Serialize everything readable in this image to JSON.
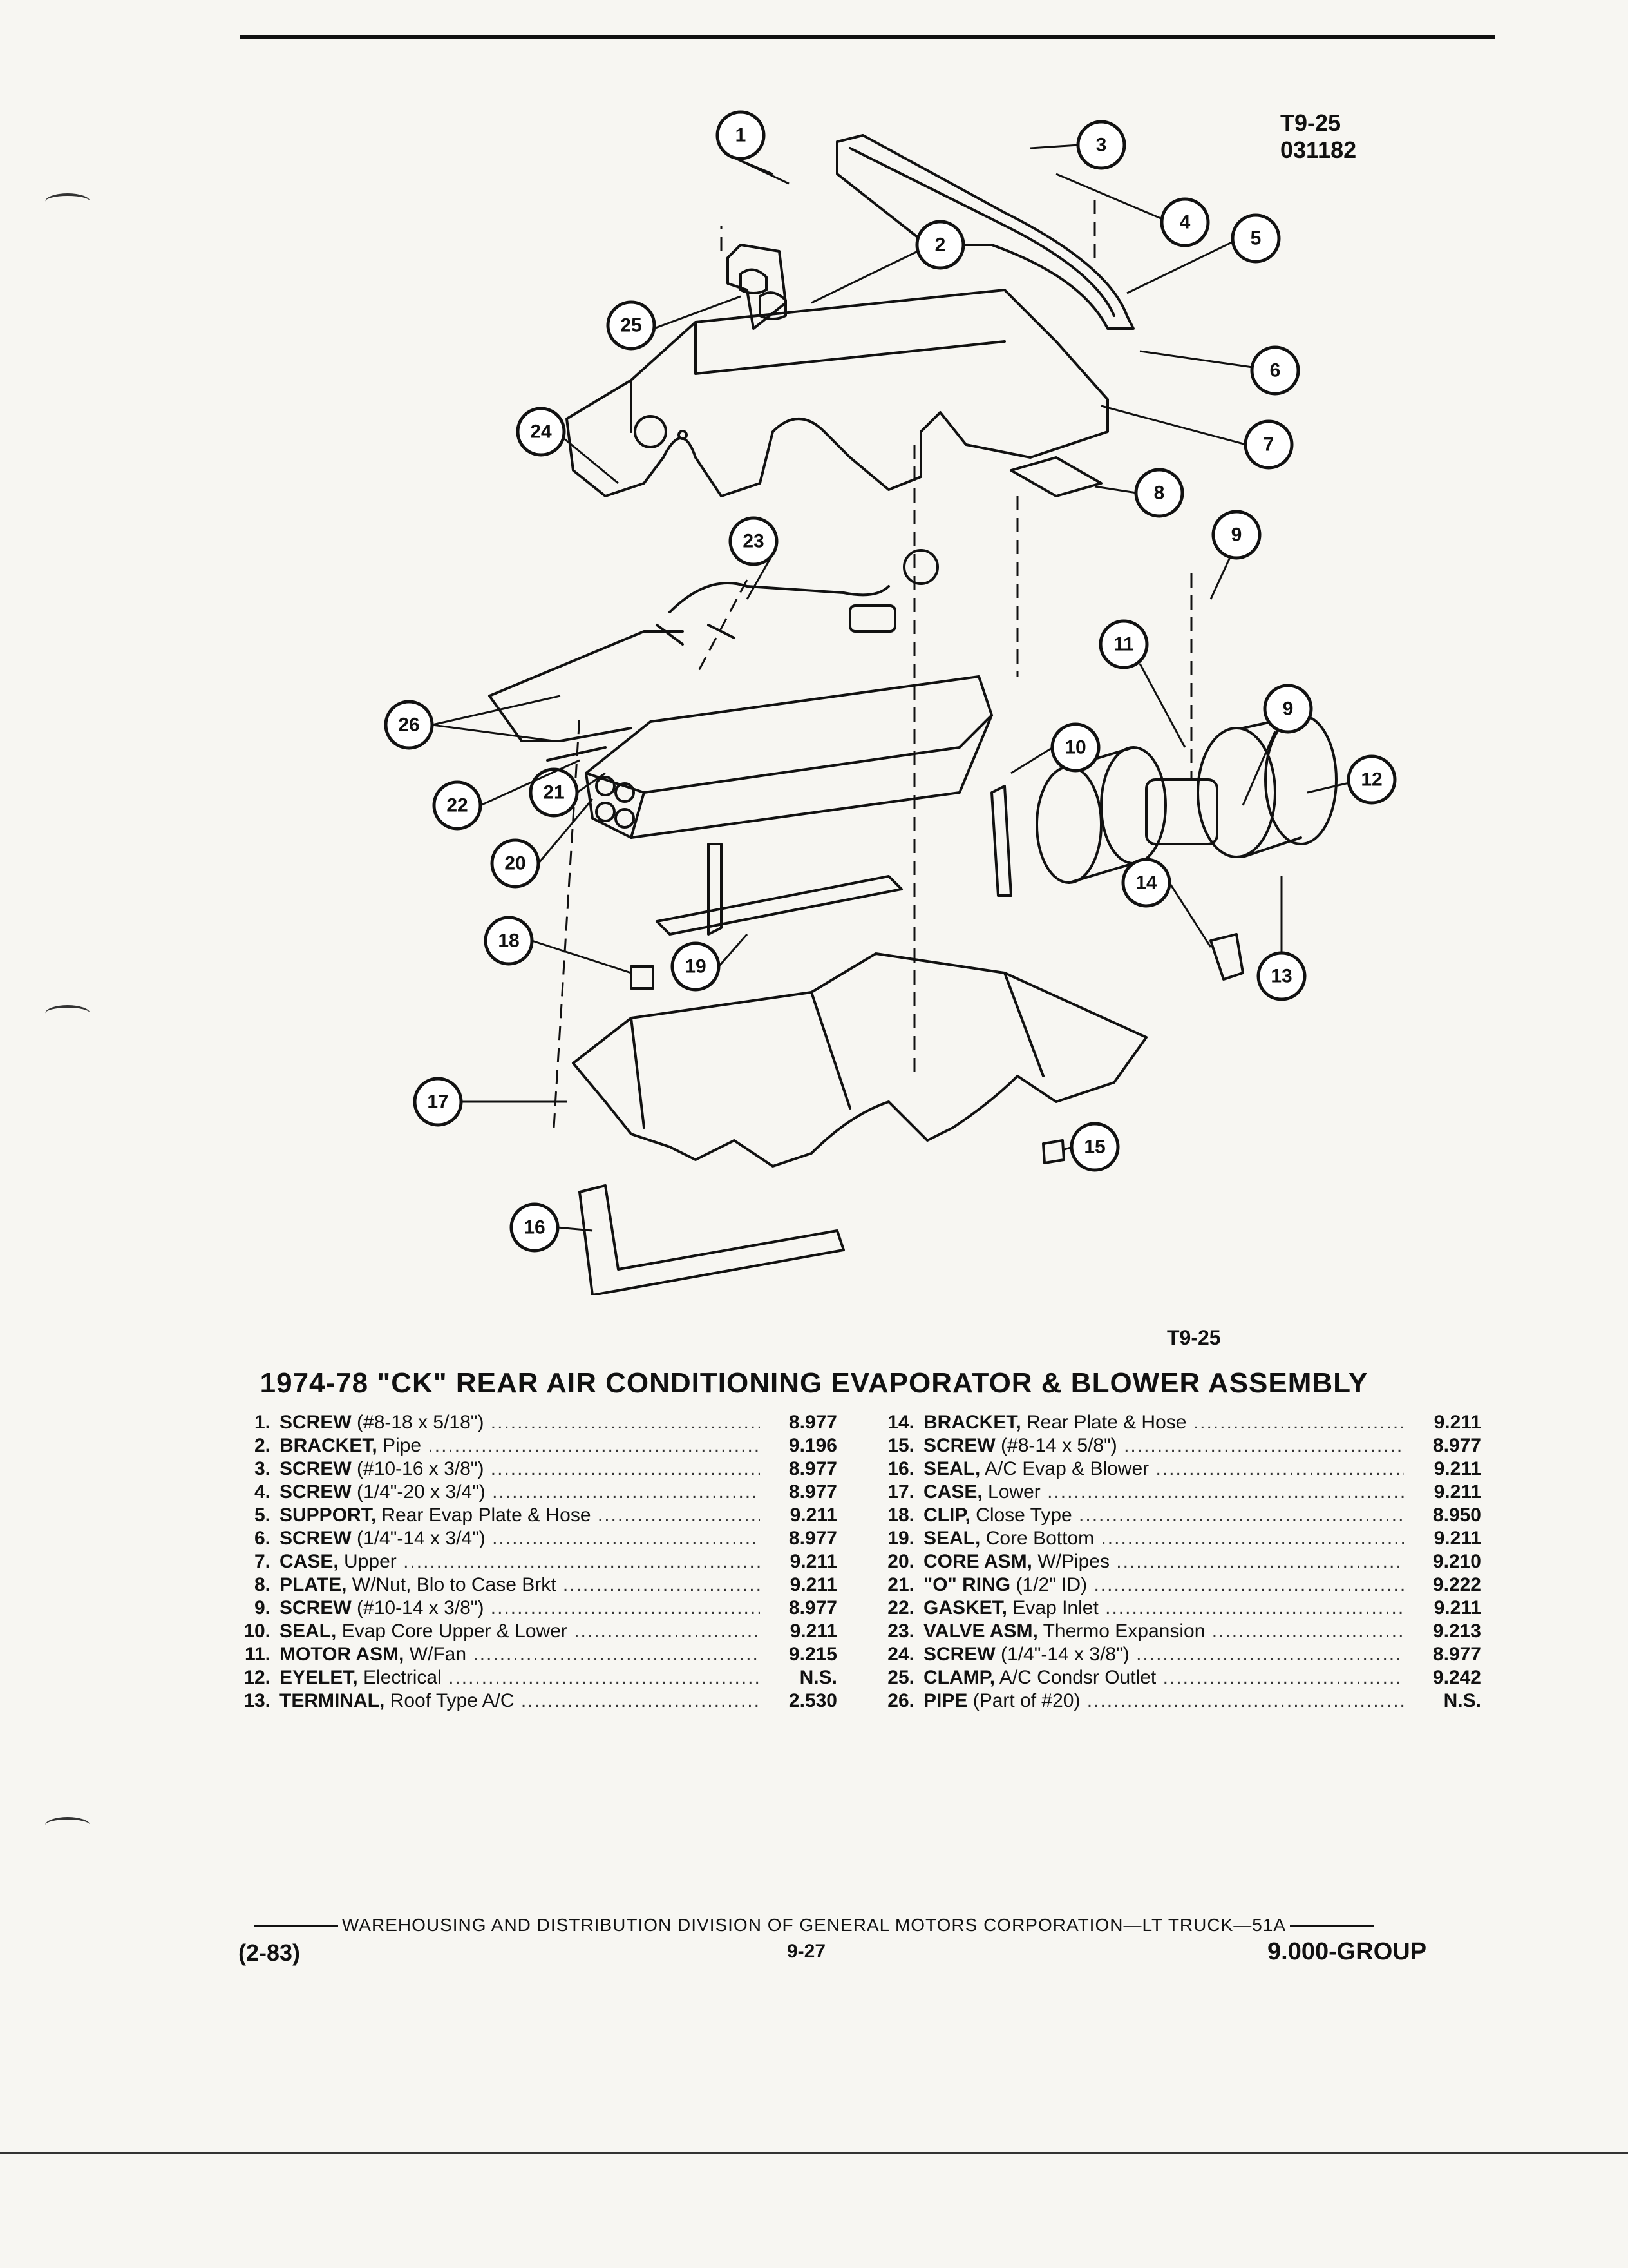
{
  "figure": {
    "code": "T9-25",
    "date_code": "031182",
    "reference": "T9-25"
  },
  "title": "1974-78 \"CK\" REAR AIR CONDITIONING EVAPORATOR & BLOWER ASSEMBLY",
  "callouts": [
    "1",
    "2",
    "3",
    "4",
    "5",
    "6",
    "7",
    "8",
    "9",
    "9",
    "10",
    "11",
    "12",
    "13",
    "14",
    "15",
    "16",
    "17",
    "18",
    "19",
    "20",
    "21",
    "22",
    "23",
    "24",
    "25",
    "26"
  ],
  "parts_left": [
    {
      "num": "1.",
      "name": "SCREW",
      "desc": "(#8-18 x 5/18\")",
      "group": "8.977"
    },
    {
      "num": "2.",
      "name": "BRACKET,",
      "desc": "Pipe",
      "group": "9.196"
    },
    {
      "num": "3.",
      "name": "SCREW",
      "desc": "(#10-16 x 3/8\")",
      "group": "8.977"
    },
    {
      "num": "4.",
      "name": "SCREW",
      "desc": "(1/4\"-20 x 3/4\")",
      "group": "8.977"
    },
    {
      "num": "5.",
      "name": "SUPPORT,",
      "desc": "Rear Evap Plate & Hose",
      "group": "9.211"
    },
    {
      "num": "6.",
      "name": "SCREW",
      "desc": "(1/4\"-14 x 3/4\")",
      "group": "8.977"
    },
    {
      "num": "7.",
      "name": "CASE,",
      "desc": "Upper",
      "group": "9.211"
    },
    {
      "num": "8.",
      "name": "PLATE,",
      "desc": "W/Nut, Blo to Case Brkt",
      "group": "9.211"
    },
    {
      "num": "9.",
      "name": "SCREW",
      "desc": "(#10-14 x 3/8\")",
      "group": "8.977"
    },
    {
      "num": "10.",
      "name": "SEAL,",
      "desc": "Evap Core Upper & Lower",
      "group": "9.211"
    },
    {
      "num": "11.",
      "name": "MOTOR ASM,",
      "desc": "W/Fan",
      "group": "9.215"
    },
    {
      "num": "12.",
      "name": "EYELET,",
      "desc": "Electrical",
      "group": "N.S."
    },
    {
      "num": "13.",
      "name": "TERMINAL,",
      "desc": "Roof Type A/C",
      "group": "2.530"
    }
  ],
  "parts_right": [
    {
      "num": "14.",
      "name": "BRACKET,",
      "desc": "Rear Plate & Hose",
      "group": "9.211"
    },
    {
      "num": "15.",
      "name": "SCREW",
      "desc": "(#8-14 x 5/8\")",
      "group": "8.977"
    },
    {
      "num": "16.",
      "name": "SEAL,",
      "desc": "A/C Evap & Blower",
      "group": "9.211"
    },
    {
      "num": "17.",
      "name": "CASE,",
      "desc": "Lower",
      "group": "9.211"
    },
    {
      "num": "18.",
      "name": "CLIP,",
      "desc": "Close Type",
      "group": "8.950"
    },
    {
      "num": "19.",
      "name": "SEAL,",
      "desc": "Core Bottom",
      "group": "9.211"
    },
    {
      "num": "20.",
      "name": "CORE ASM,",
      "desc": "W/Pipes",
      "group": "9.210"
    },
    {
      "num": "21.",
      "name": "\"O\" RING",
      "desc": "(1/2\" ID)",
      "group": "9.222"
    },
    {
      "num": "22.",
      "name": "GASKET,",
      "desc": "Evap Inlet",
      "group": "9.211"
    },
    {
      "num": "23.",
      "name": "VALVE ASM,",
      "desc": "Thermo Expansion",
      "group": "9.213"
    },
    {
      "num": "24.",
      "name": "SCREW",
      "desc": "(1/4\"-14 x 3/8\")",
      "group": "8.977"
    },
    {
      "num": "25.",
      "name": "CLAMP,",
      "desc": "A/C Condsr Outlet",
      "group": "9.242"
    },
    {
      "num": "26.",
      "name": "PIPE",
      "desc": "(Part of #20)",
      "group": "N.S."
    }
  ],
  "footer": {
    "line": "WAREHOUSING AND DISTRIBUTION DIVISION OF GENERAL MOTORS CORPORATION—LT TRUCK—51A",
    "date": "(2-83)",
    "page": "9-27",
    "group": "9.000-GROUP"
  }
}
